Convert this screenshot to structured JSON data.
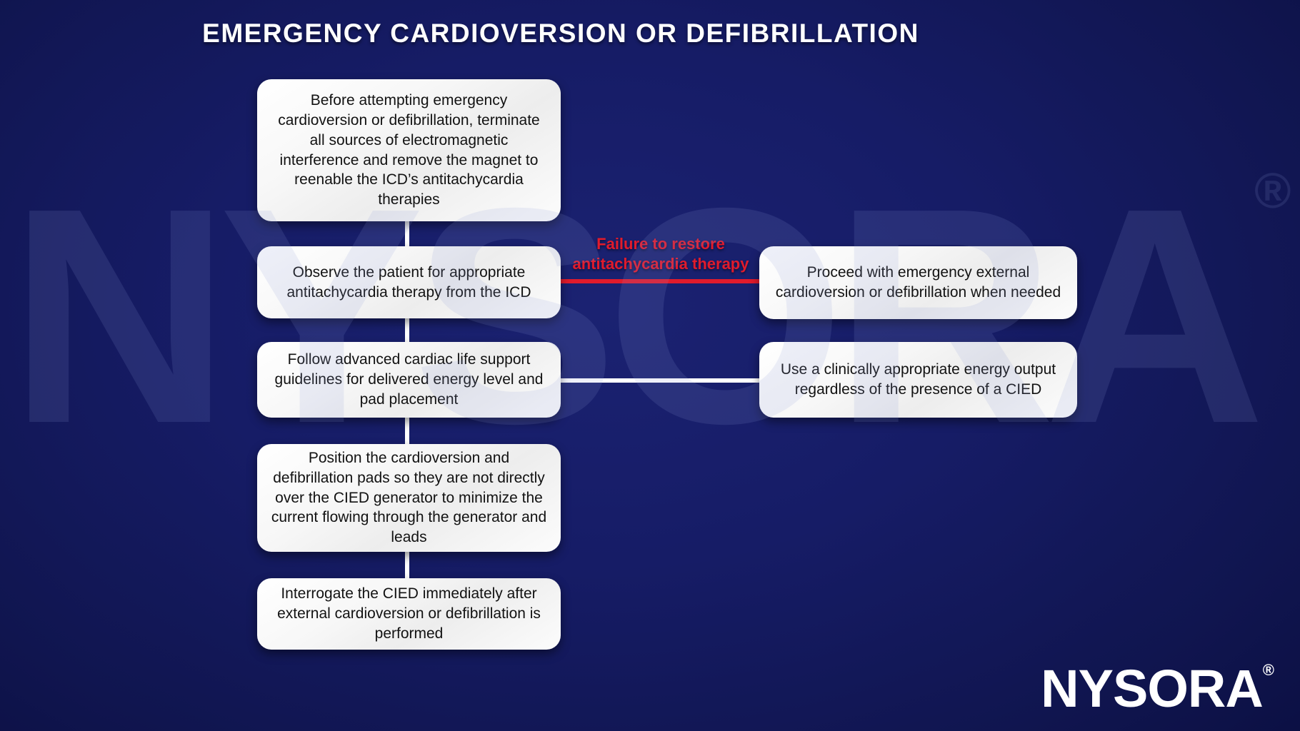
{
  "title": "EMERGENCY CARDIOVERSION OR DEFIBRILLATION",
  "watermark": {
    "text": "NYSORA",
    "reg": "®"
  },
  "logo": {
    "text": "NYSORA",
    "reg": "®"
  },
  "colors": {
    "background_navy": "#161C66",
    "background_edge": "#0B0F42",
    "box_background": "#FFFFFF",
    "box_text": "#121212",
    "connector_white": "#FFFFFF",
    "alert_red": "#E11B2C",
    "title_white": "#FFFFFF"
  },
  "flowchart": {
    "main_boxes": [
      {
        "text": "Before attempting emergency cardioversion or defibrillation, terminate all sources of electromagnetic interference and remove the magnet to reenable the ICD’s antitachycardia therapies"
      },
      {
        "text": "Observe the patient for appropriate antitachycardia therapy from the ICD"
      },
      {
        "text": "Follow advanced cardiac life support guidelines for delivered energy level and pad placement"
      },
      {
        "text": "Position the cardioversion and defibrillation pads so they are not directly over the CIED generator to minimize the current flowing through the generator and leads"
      },
      {
        "text": "Interrogate the CIED immediately after external cardioversion or defibrillation is performed"
      }
    ],
    "side_boxes": [
      {
        "text": "Proceed with emergency external cardioversion or defibrillation when needed"
      },
      {
        "text": "Use a clinically appropriate energy output regardless of the presence of a CIED"
      }
    ],
    "edge_label_red": "Failure to restore antitachycardia therapy"
  }
}
